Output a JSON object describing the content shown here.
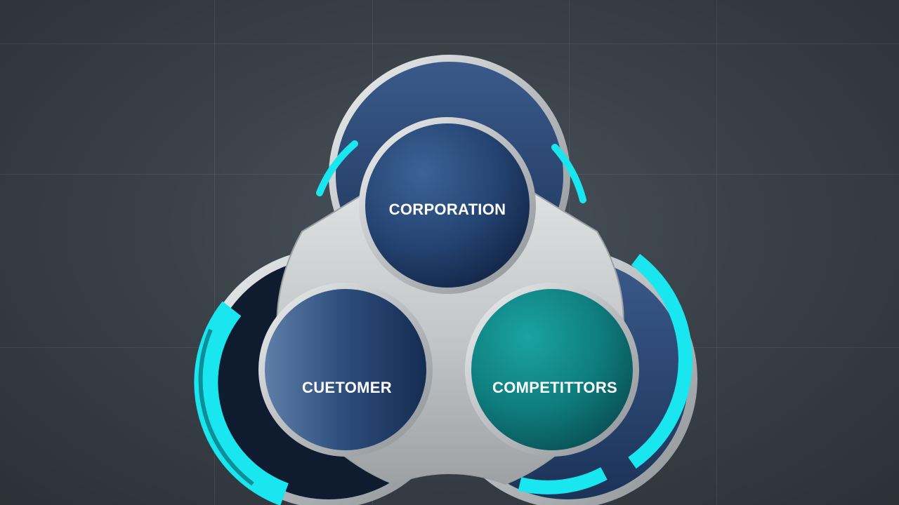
{
  "diagram": {
    "nodes": [
      {
        "id": "corporation",
        "label": "CORPORATION"
      },
      {
        "id": "customer",
        "label": "CUETOMER"
      },
      {
        "id": "competitors",
        "label": "COMPETITTORS"
      }
    ]
  },
  "colors": {
    "background": "#3a4149",
    "hub_silver": "#c9ccce",
    "navy": "#24406e",
    "cyan_glow": "#19e6ee",
    "teal": "#138c8a",
    "ring_silver": "#b8bcbf"
  }
}
